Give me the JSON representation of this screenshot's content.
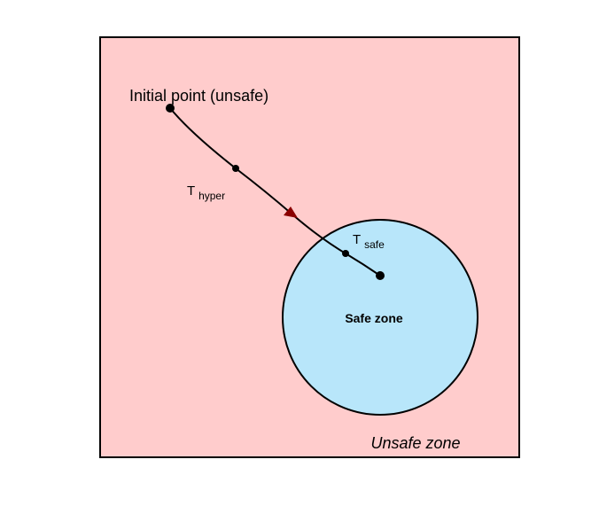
{
  "diagram": {
    "colors": {
      "unsafe_fill": "#ffcccc",
      "safe_fill": "#b8e6fa",
      "outline": "#000000",
      "arrow": "#8b0000"
    },
    "labels": {
      "initial_point": "Initial point (unsafe)",
      "t_hyper_base": "T",
      "t_hyper_sub": "hyper",
      "t_safe_base": "T",
      "t_safe_sub": "safe",
      "safe_zone": "Safe zone",
      "unsafe_zone": "Unsafe zone"
    }
  }
}
